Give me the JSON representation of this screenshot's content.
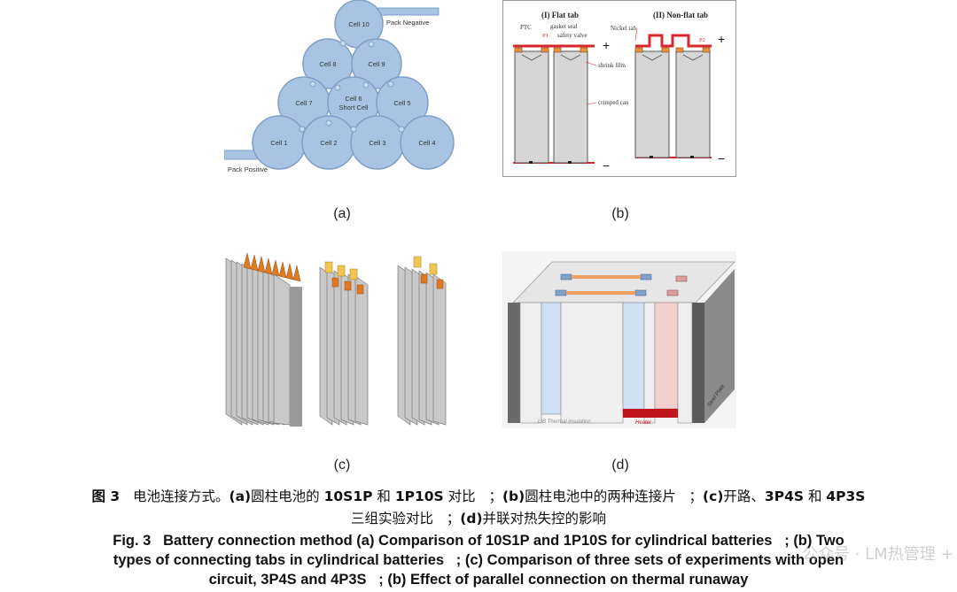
{
  "panel_a": {
    "label": "(a)",
    "pack_negative": "Pack Negative",
    "pack_positive": "Pack Positive",
    "cells": [
      "Cell 10",
      "Cell 8",
      "Cell 9",
      "Cell 7",
      "Cell 6",
      "Short Cell",
      "Cell 5",
      "Cell 1",
      "Cell 2",
      "Cell 3",
      "Cell 4"
    ],
    "colors": {
      "cell_fill": "#a9c4e2",
      "cell_stroke": "#7f9fc6"
    }
  },
  "panel_b": {
    "label": "(b)",
    "flat_tab": "(I) Flat tab",
    "non_flat_tab": "(II) Non-flat tab",
    "ptc": "PTC",
    "gasket_seal": "gasket seal",
    "safety_valve": "safety valve",
    "nickel_tab": "Nickel tab",
    "p1": "P1",
    "p2": "P2",
    "shrink_film": "shrink film",
    "crimped_can": "crimped can",
    "plus": "+",
    "minus": "−",
    "colors": {
      "tab_red": "#d9262b",
      "cap_orange": "#e8913a"
    }
  },
  "panel_c": {
    "label": "(c)",
    "colors": {
      "tab_orange": "#e07a22",
      "tab_yellow": "#f2c54c"
    }
  },
  "panel_d": {
    "label": "(d)",
    "lib_insulation": "LIB Thermal insulation",
    "heater": "Heater",
    "steel_plate": "Steel Plate",
    "colors": {
      "blue_cell": "#cfe0f4",
      "pink_cell": "#f2cfcf",
      "heater_red": "#c0141a"
    }
  },
  "caption_cn": {
    "fig_no": "图 3",
    "title": "电池连接方式。",
    "a_tag": "(a)",
    "a_text1": "圆柱电池的 ",
    "a_b1": "10S1P",
    "a_text2": " 和 ",
    "a_b2": "1P10S",
    "a_text3": " 对比",
    "b_tag": "(b)",
    "b_text": "圆柱电池中的两种连接片",
    "c_tag": "(c)",
    "c_text1": "开路、",
    "c_b1": "3P4S",
    "c_text2": " 和 ",
    "c_b2": "4P3S",
    "line2_text": "三组实验对比",
    "d_tag": "(d)",
    "d_text": "并联对热失控的影响",
    "sep": "；"
  },
  "caption_en": {
    "line1": "Fig. 3   Battery connection method (a) Comparison of 10S1P and 1P10S for cylindrical batteries   ; (b) Two",
    "line2": "types of connecting tabs in cylindrical batteries   ; (c) Comparison of three sets of experiments with open",
    "line3": "circuit, 3P4S and 4P3S   ; (b) Effect of parallel connection on thermal runaway"
  },
  "watermark": "公众号 · LM热管理 +"
}
